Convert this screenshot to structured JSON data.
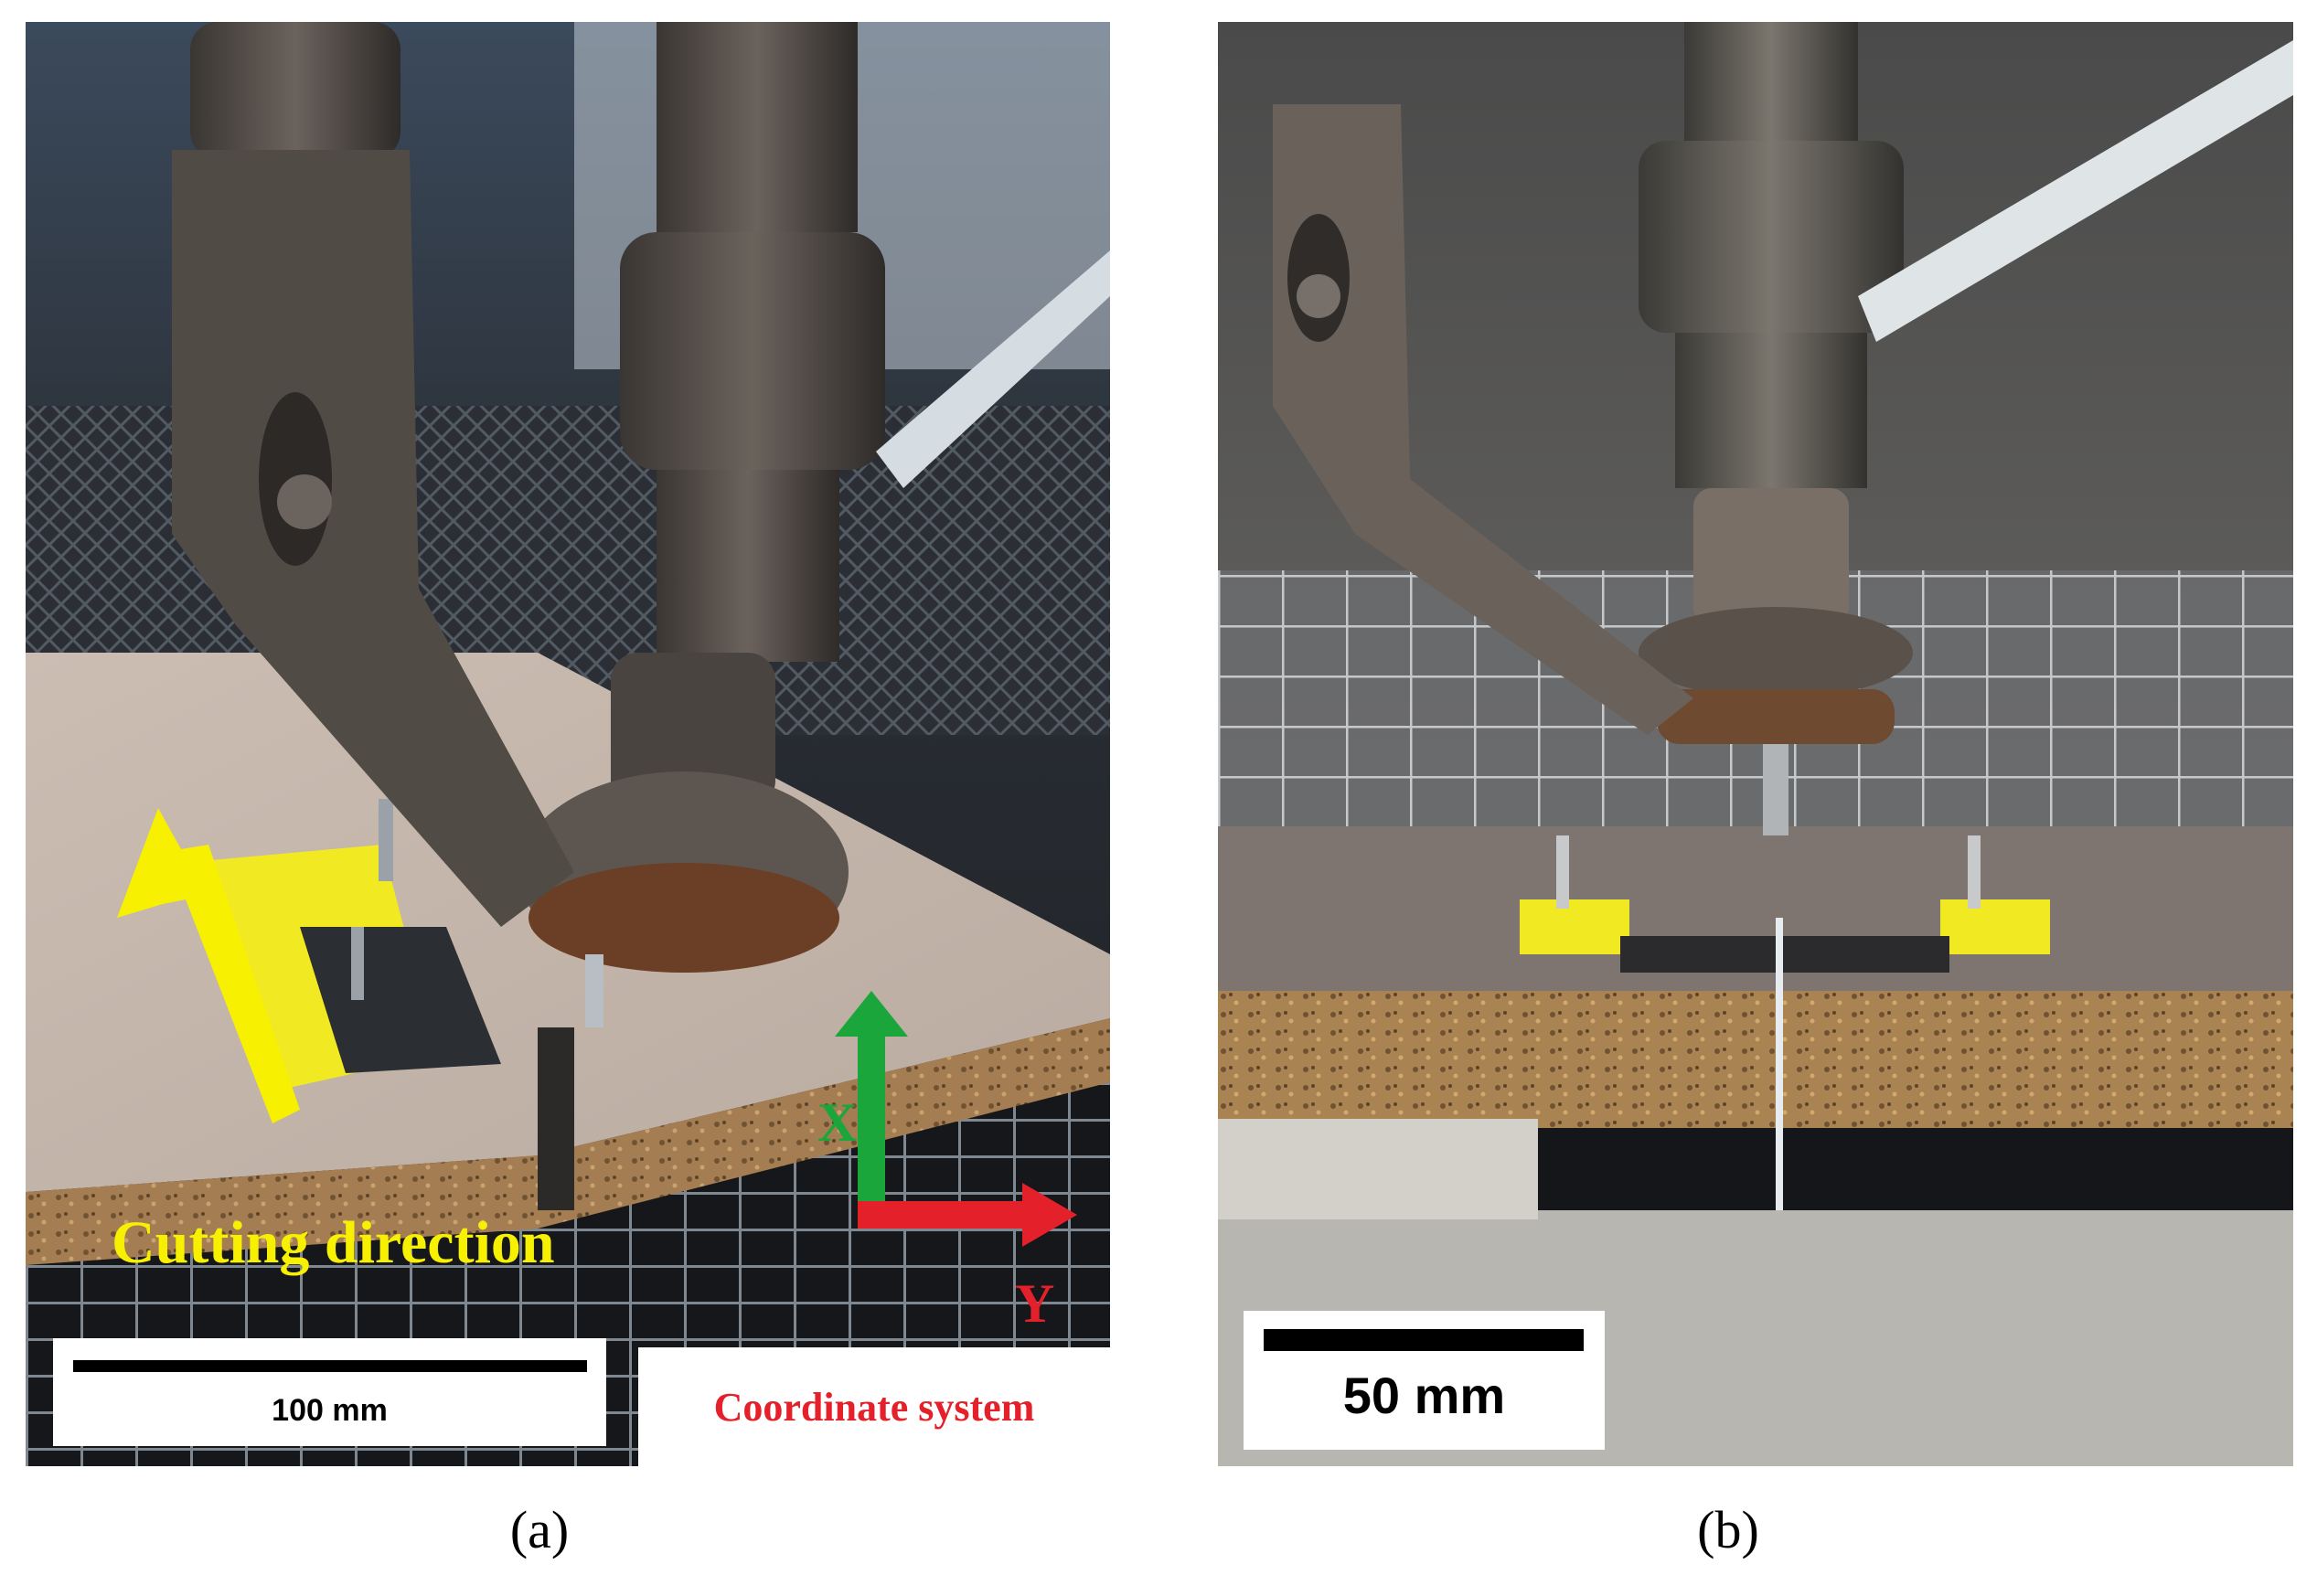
{
  "panels": [
    {
      "id": "a",
      "caption": "(a)",
      "scale_bar_label": "100 mm",
      "direction_label": "Cutting direction",
      "coordinate_label": "Coordinate system",
      "axis_x": "X",
      "axis_y": "Y"
    },
    {
      "id": "b",
      "caption": "(b)",
      "scale_bar_label": "50 mm"
    }
  ],
  "colors": {
    "direction_arrow": "#f7f000",
    "axis_x": "#1aa63b",
    "axis_y": "#e4202a",
    "coordinate_text": "#e4202a"
  }
}
